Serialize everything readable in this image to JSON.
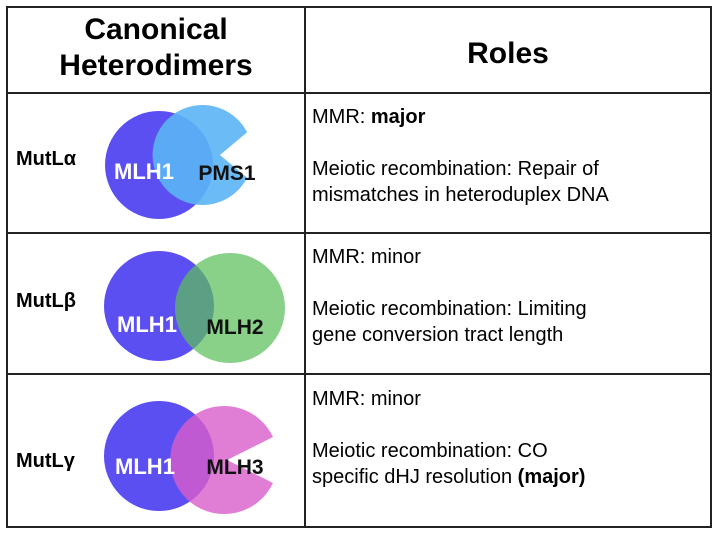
{
  "header": {
    "left_line1": "Canonical",
    "left_line2": "Heterodimers",
    "right": "Roles"
  },
  "rows": [
    {
      "name": "MutLα",
      "subunit_a": "MLH1",
      "subunit_b": "PMS1",
      "color_a": "#5b4ff2",
      "color_b": "#5ab4f5",
      "mmr_prefix": "MMR: ",
      "mmr_value": "major",
      "meiotic_line1": "Meiotic recombination: Repair of",
      "meiotic_line2": "mismatches in heteroduplex DNA"
    },
    {
      "name": "MutLβ",
      "subunit_a": "MLH1",
      "subunit_b": "MLH2",
      "color_a": "#5b4ff2",
      "color_b": "#5cbf5a",
      "mmr_prefix": "MMR: ",
      "mmr_value": "minor",
      "meiotic_line1": "Meiotic recombination: Limiting",
      "meiotic_line2": "gene conversion tract length"
    },
    {
      "name": "MutLγ",
      "subunit_a": "MLH1",
      "subunit_b": "MLH3",
      "color_a": "#5b4ff2",
      "color_b": "#d85ccb",
      "mmr_prefix": "MMR: ",
      "mmr_value": "minor",
      "meiotic_line1": "Meiotic recombination: CO",
      "meiotic_line2_prefix": "specific dHJ resolution ",
      "meiotic_line2_bold": "(major)"
    }
  ]
}
